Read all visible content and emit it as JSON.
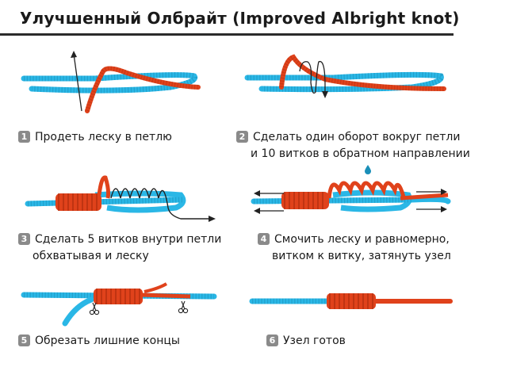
{
  "title": "Улучшенный Олбрайт (Improved Albright knot)",
  "colors": {
    "line_blue": "#2ab7e6",
    "line_blue_dark": "#1a8fb8",
    "line_red": "#e0421b",
    "line_red_dark": "#b5300f",
    "arrow": "#222222",
    "badge": "#8a8a8a"
  },
  "steps": [
    {
      "number": "1",
      "text": "Продеть леску в петлю",
      "text2": ""
    },
    {
      "number": "2",
      "text": "Сделать один оборот вокруг петли",
      "text2": "и 10 витков в обратном направлении"
    },
    {
      "number": "3",
      "text": "Сделать 5 витков внутри петли",
      "text2": "обхватывая и леску"
    },
    {
      "number": "4",
      "text": "Смочить леску и равномерно,",
      "text2": "витком к витку, затянуть узел"
    },
    {
      "number": "5",
      "text": "Обрезать лишние концы",
      "text2": ""
    },
    {
      "number": "6",
      "text": "Узел готов",
      "text2": ""
    }
  ]
}
